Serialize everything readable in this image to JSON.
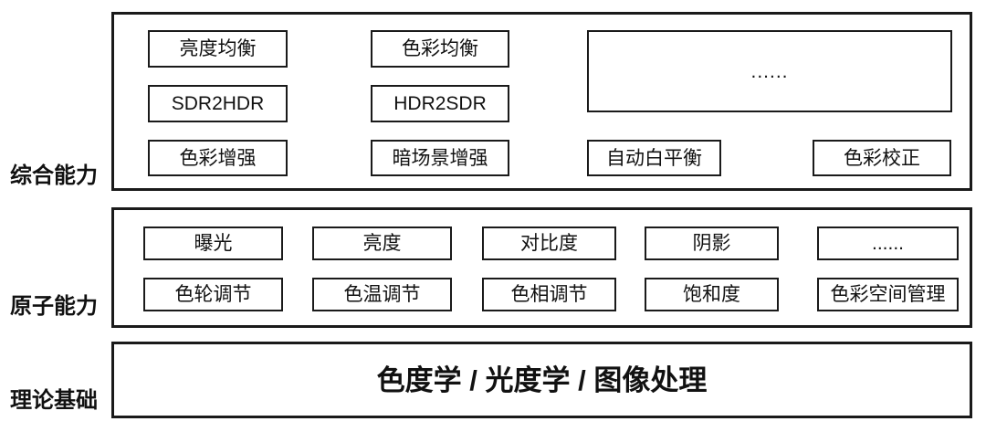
{
  "sections": {
    "comprehensive": {
      "label": "综合能力",
      "boxes": {
        "brightness_equalization": "亮度均衡",
        "color_equalization": "色彩均衡",
        "sdr2hdr": "SDR2HDR",
        "hdr2sdr": "HDR2SDR",
        "color_enhancement": "色彩增强",
        "dark_scene_enhancement": "暗场景增强",
        "ellipsis": "......",
        "auto_white_balance": "自动白平衡",
        "color_correction": "色彩校正"
      }
    },
    "atomic": {
      "label": "原子能力",
      "row1": [
        "曝光",
        "亮度",
        "对比度",
        "阴影",
        "......"
      ],
      "row2": [
        "色轮调节",
        "色温调节",
        "色相调节",
        "饱和度",
        "色彩空间管理"
      ]
    },
    "theory": {
      "label": "理论基础",
      "content": "色度学 / 光度学 / 图像处理"
    }
  },
  "colors": {
    "border": "#1a1a1a",
    "text": "#111111",
    "background": "#ffffff"
  }
}
